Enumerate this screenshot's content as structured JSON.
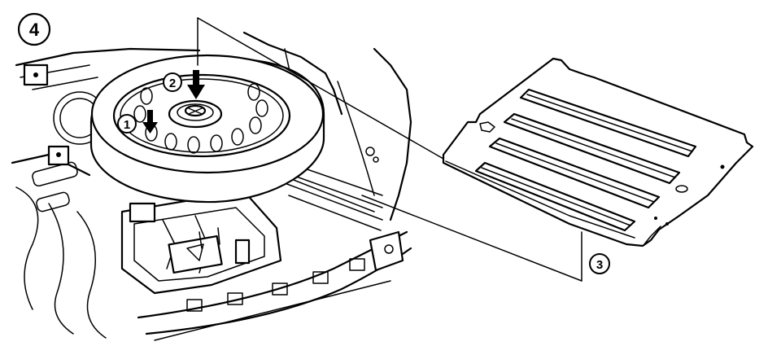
{
  "callouts": {
    "step_1": "1",
    "step_2": "2",
    "step_3": "3",
    "step_4": "4"
  },
  "colors": {
    "line": "#000000",
    "background": "#ffffff"
  }
}
